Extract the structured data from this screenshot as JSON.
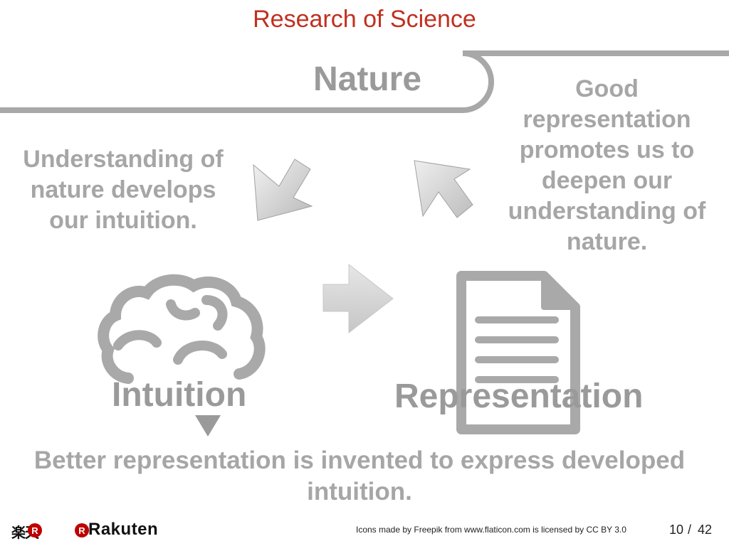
{
  "slide": {
    "title": "Research of Science",
    "nature": "Nature",
    "left_caption": "Understanding of nature develops our intuition.",
    "right_caption": "Good representation promotes us to deepen our understanding of nature.",
    "intuition": "Intuition",
    "representation": "Representation",
    "bottom_caption": "Better representation is invented to express developed intuition."
  },
  "footer": {
    "credit": "Icons made by Freepik from www.flaticon.com is licensed by CC BY 3.0",
    "page_number": "10",
    "page_separator": "/",
    "page_total": "42",
    "logo_kanji": "楽天",
    "logo_word": "Rakuten"
  },
  "icons": [
    "brain-icon",
    "document-icon",
    "arrow-down-left-icon",
    "arrow-up-left-icon",
    "arrow-right-icon",
    "triangle-down-icon"
  ],
  "colors": {
    "title": "#c0301f",
    "label": "#9a9a9a",
    "caption": "#a6a6a6",
    "logo_red": "#bf0000"
  }
}
